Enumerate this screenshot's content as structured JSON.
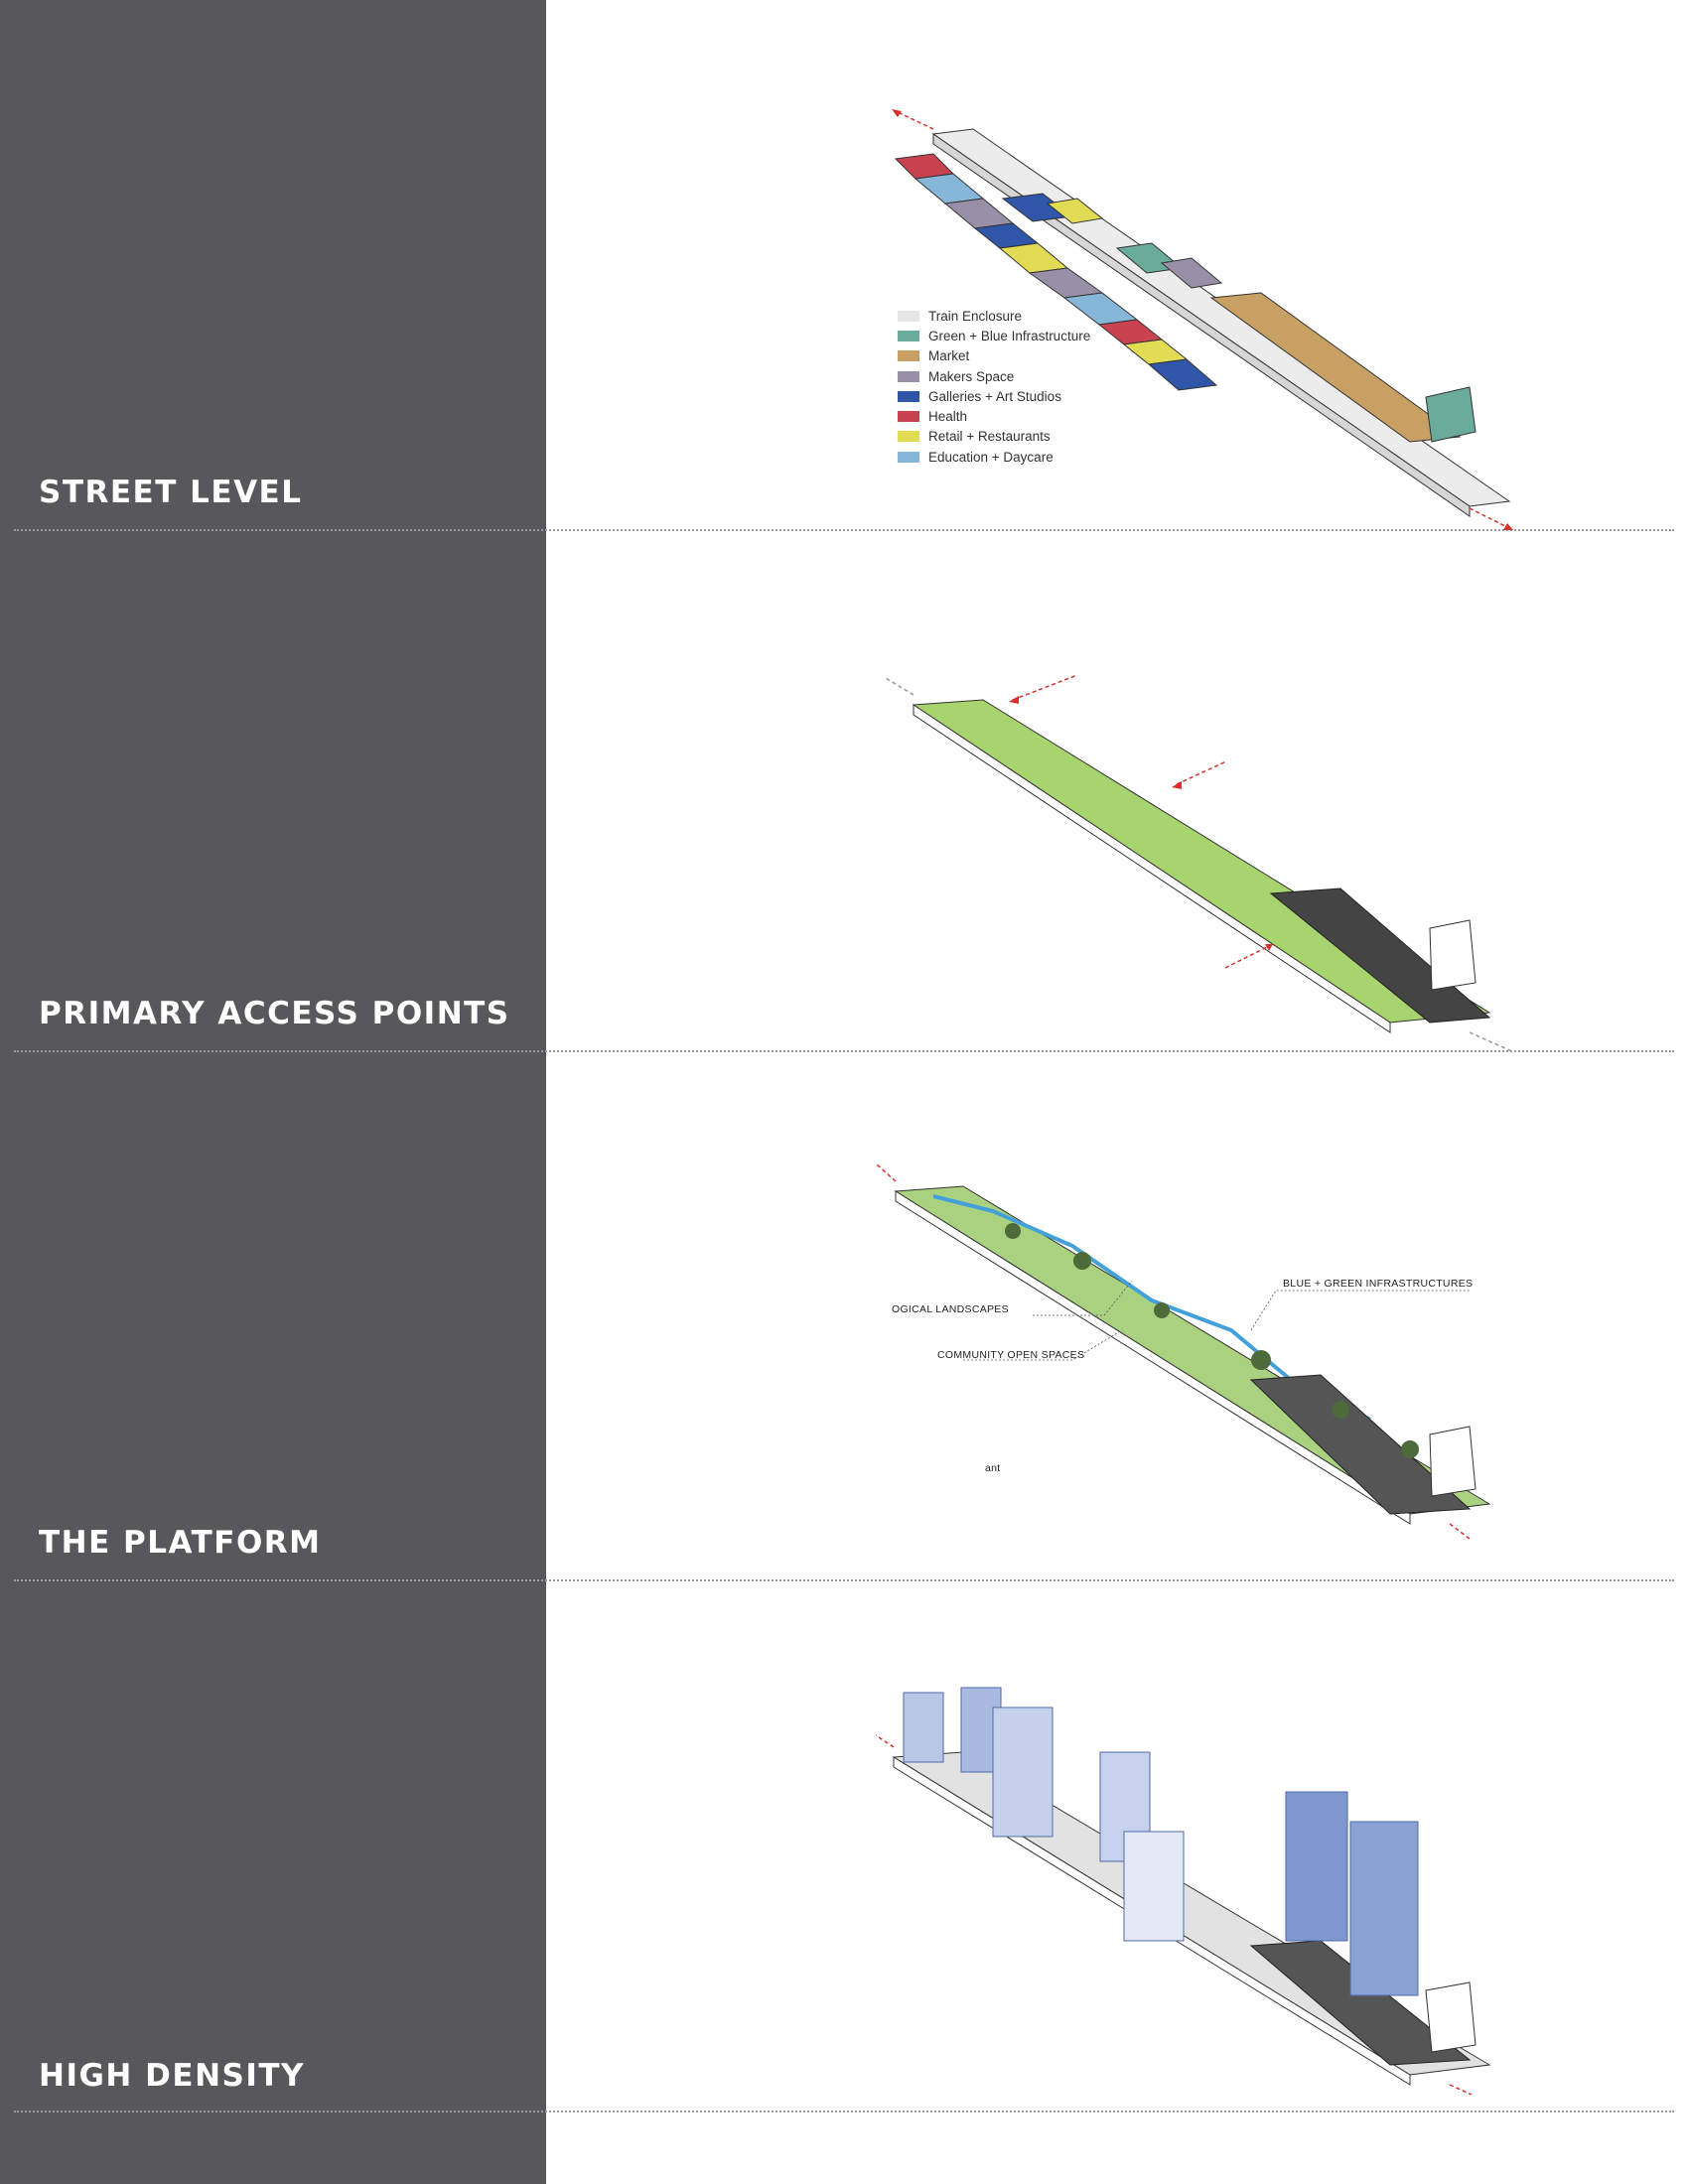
{
  "sections": [
    {
      "title": "STREET LEVEL"
    },
    {
      "title": "PRIMARY ACCESS POINTS"
    },
    {
      "title": "THE PLATFORM"
    },
    {
      "title": "HIGH DENSITY"
    }
  ],
  "legend": [
    {
      "label": "Train Enclosure",
      "color": "#e6e6e6"
    },
    {
      "label": "Green + Blue Infrastructure",
      "color": "#6aab9c"
    },
    {
      "label": "Market",
      "color": "#c9a063"
    },
    {
      "label": "Makers Space",
      "color": "#9a8fa8"
    },
    {
      "label": "Galleries + Art Studios",
      "color": "#2f56a8"
    },
    {
      "label": "Health",
      "color": "#c9424f"
    },
    {
      "label": "Retail + Restaurants",
      "color": "#e2dc55"
    },
    {
      "label": "Education + Daycare",
      "color": "#86b6d8"
    }
  ],
  "platform_callouts": {
    "blue_green": "BLUE + GREEN INFRASTRUCTURES",
    "ecological": "OGICAL LANDSCAPES",
    "community": "COMMUNITY OPEN SPACES",
    "fragment": "ant"
  },
  "colors": {
    "sidebar": "#58585a",
    "platform_green": "#a8d46f",
    "arrow_red": "#d8302a",
    "tower_blue": "#4f6aa8"
  }
}
